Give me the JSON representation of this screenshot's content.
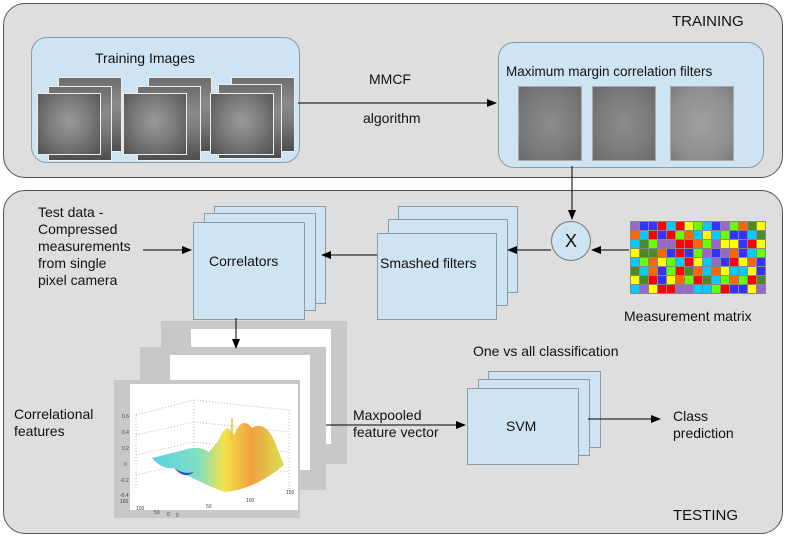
{
  "training": {
    "section_label": "TRAINING",
    "training_images_label": "Training Images",
    "algorithm_label_line1": "MMCF",
    "algorithm_label_line2": "algorithm",
    "filters_label": "Maximum margin correlation filters"
  },
  "testing": {
    "section_label": "TESTING",
    "test_data_label": [
      "Test data -",
      "Compressed",
      "measurements",
      "from single",
      "pixel camera"
    ],
    "correlators_label": "Correlators",
    "smashed_filters_label": "Smashed filters",
    "multiply_symbol": "X",
    "measurement_matrix_label": "Measurement matrix",
    "correlational_features_label": [
      "Correlational",
      "features"
    ],
    "maxpooled_label": [
      "Maxpooled",
      "feature vector"
    ],
    "classification_label": "One vs all classification",
    "svm_label": "SVM",
    "class_prediction_label": [
      "Class",
      "prediction"
    ],
    "plot_ticks": {
      "z": [
        "0.6",
        "0.4",
        "0.2",
        "0",
        "-0.2",
        "-0.4"
      ],
      "y": [
        "150",
        "100",
        "50",
        "0"
      ],
      "x": [
        "0",
        "50",
        "100",
        "150"
      ]
    }
  },
  "matrix_colors": {
    "palette": {
      "P": "#9966cc",
      "B": "#3333ff",
      "R": "#ff0000",
      "C": "#00ccff",
      "Y": "#ffff00",
      "G": "#66ff00",
      "O": "#ff6600",
      "D": "#4a8a2a"
    },
    "rows": [
      "PBBRCRYGCBPGODY",
      "OCRBRGOCYCGBBCD",
      "CDGPPRROGPYYBRY",
      "YDDOBRBGPBPOBCG",
      "CGOYGCRYCPBRYOB",
      "DCOBGRDOCOYCCYB",
      "YDRBYOGRDCGOGRD",
      "CPYRRPPCCGRBBYP"
    ]
  }
}
